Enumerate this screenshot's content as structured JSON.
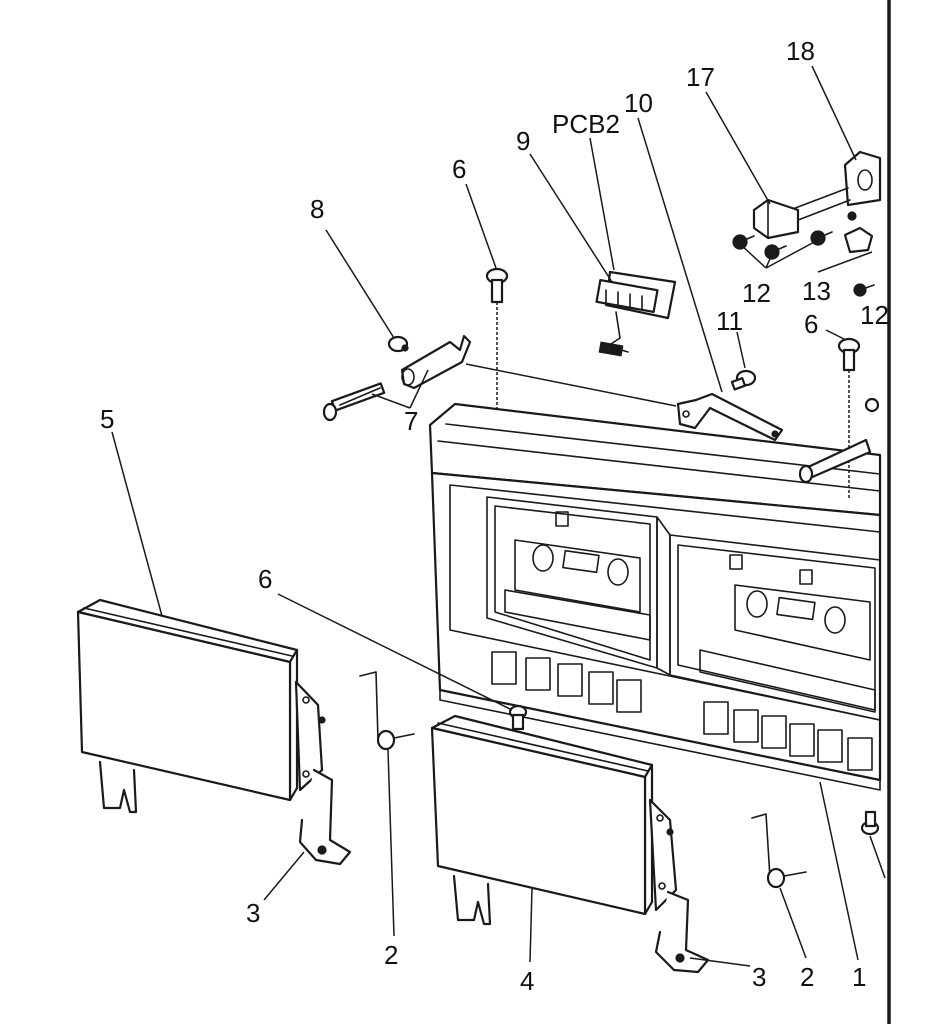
{
  "diagram": {
    "colors": {
      "ink": "#1a1a1a",
      "background": "#ffffff"
    },
    "callouts": {
      "c18": "18",
      "c17": "17",
      "cPCB2": "PCB2",
      "c10": "10",
      "c9": "9",
      "c6a": "6",
      "c8": "8",
      "c11": "11",
      "c6b": "6",
      "c12a": "12",
      "c13": "13",
      "c12b": "12",
      "c7": "7",
      "c5": "5",
      "c6c": "6",
      "c3a": "3",
      "c2a": "2",
      "c4": "4",
      "c3b": "3",
      "c2b": "2",
      "c1": "1"
    }
  }
}
